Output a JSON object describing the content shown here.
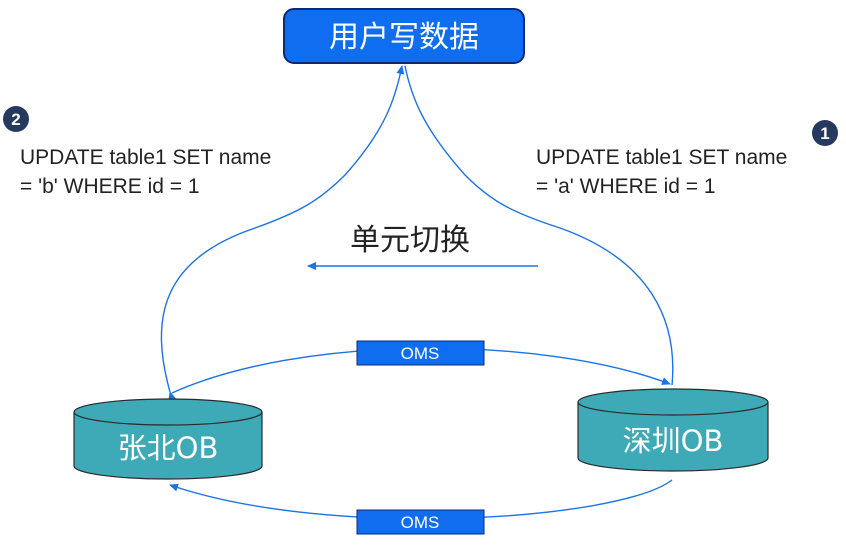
{
  "client": {
    "label": "用户写数据"
  },
  "step2": {
    "number": "2",
    "sql_line1": "UPDATE table1 SET name",
    "sql_line2": "= 'b' WHERE id = 1"
  },
  "step1": {
    "number": "1",
    "sql_line1": "UPDATE table1 SET name",
    "sql_line2": "= 'a' WHERE id = 1"
  },
  "switch_label": "单元切换",
  "oms_top": "OMS",
  "oms_bottom": "OMS",
  "db_left": "张北OB",
  "db_right": "深圳OB",
  "colors": {
    "client_fill": "#0f6df0",
    "client_border": "#0a2a7a",
    "badge": "#253a5e",
    "oms_fill": "#0f6df0",
    "db_fill": "#3eaab8",
    "db_stroke": "#2a2a2a",
    "edge": "#1a73e8"
  }
}
